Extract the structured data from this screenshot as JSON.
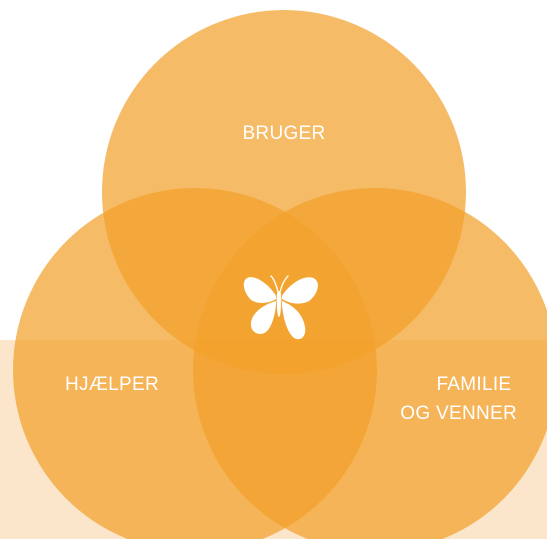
{
  "colors": {
    "background": "#ffffff",
    "panel": "#fbe6cc",
    "circle_fill": "#f2a12b",
    "circle_opacity": 0.72,
    "label": "#ffffff",
    "icon": "#ffffff"
  },
  "circles": [
    {
      "id": "bruger",
      "label_lines": [
        "BRUGER"
      ]
    },
    {
      "id": "hjaelper",
      "label_lines": [
        "HJÆLPER"
      ]
    },
    {
      "id": "familie",
      "label_lines": [
        "FAMILIE",
        "OG VENNER"
      ]
    }
  ],
  "center_icon": "butterfly-icon"
}
